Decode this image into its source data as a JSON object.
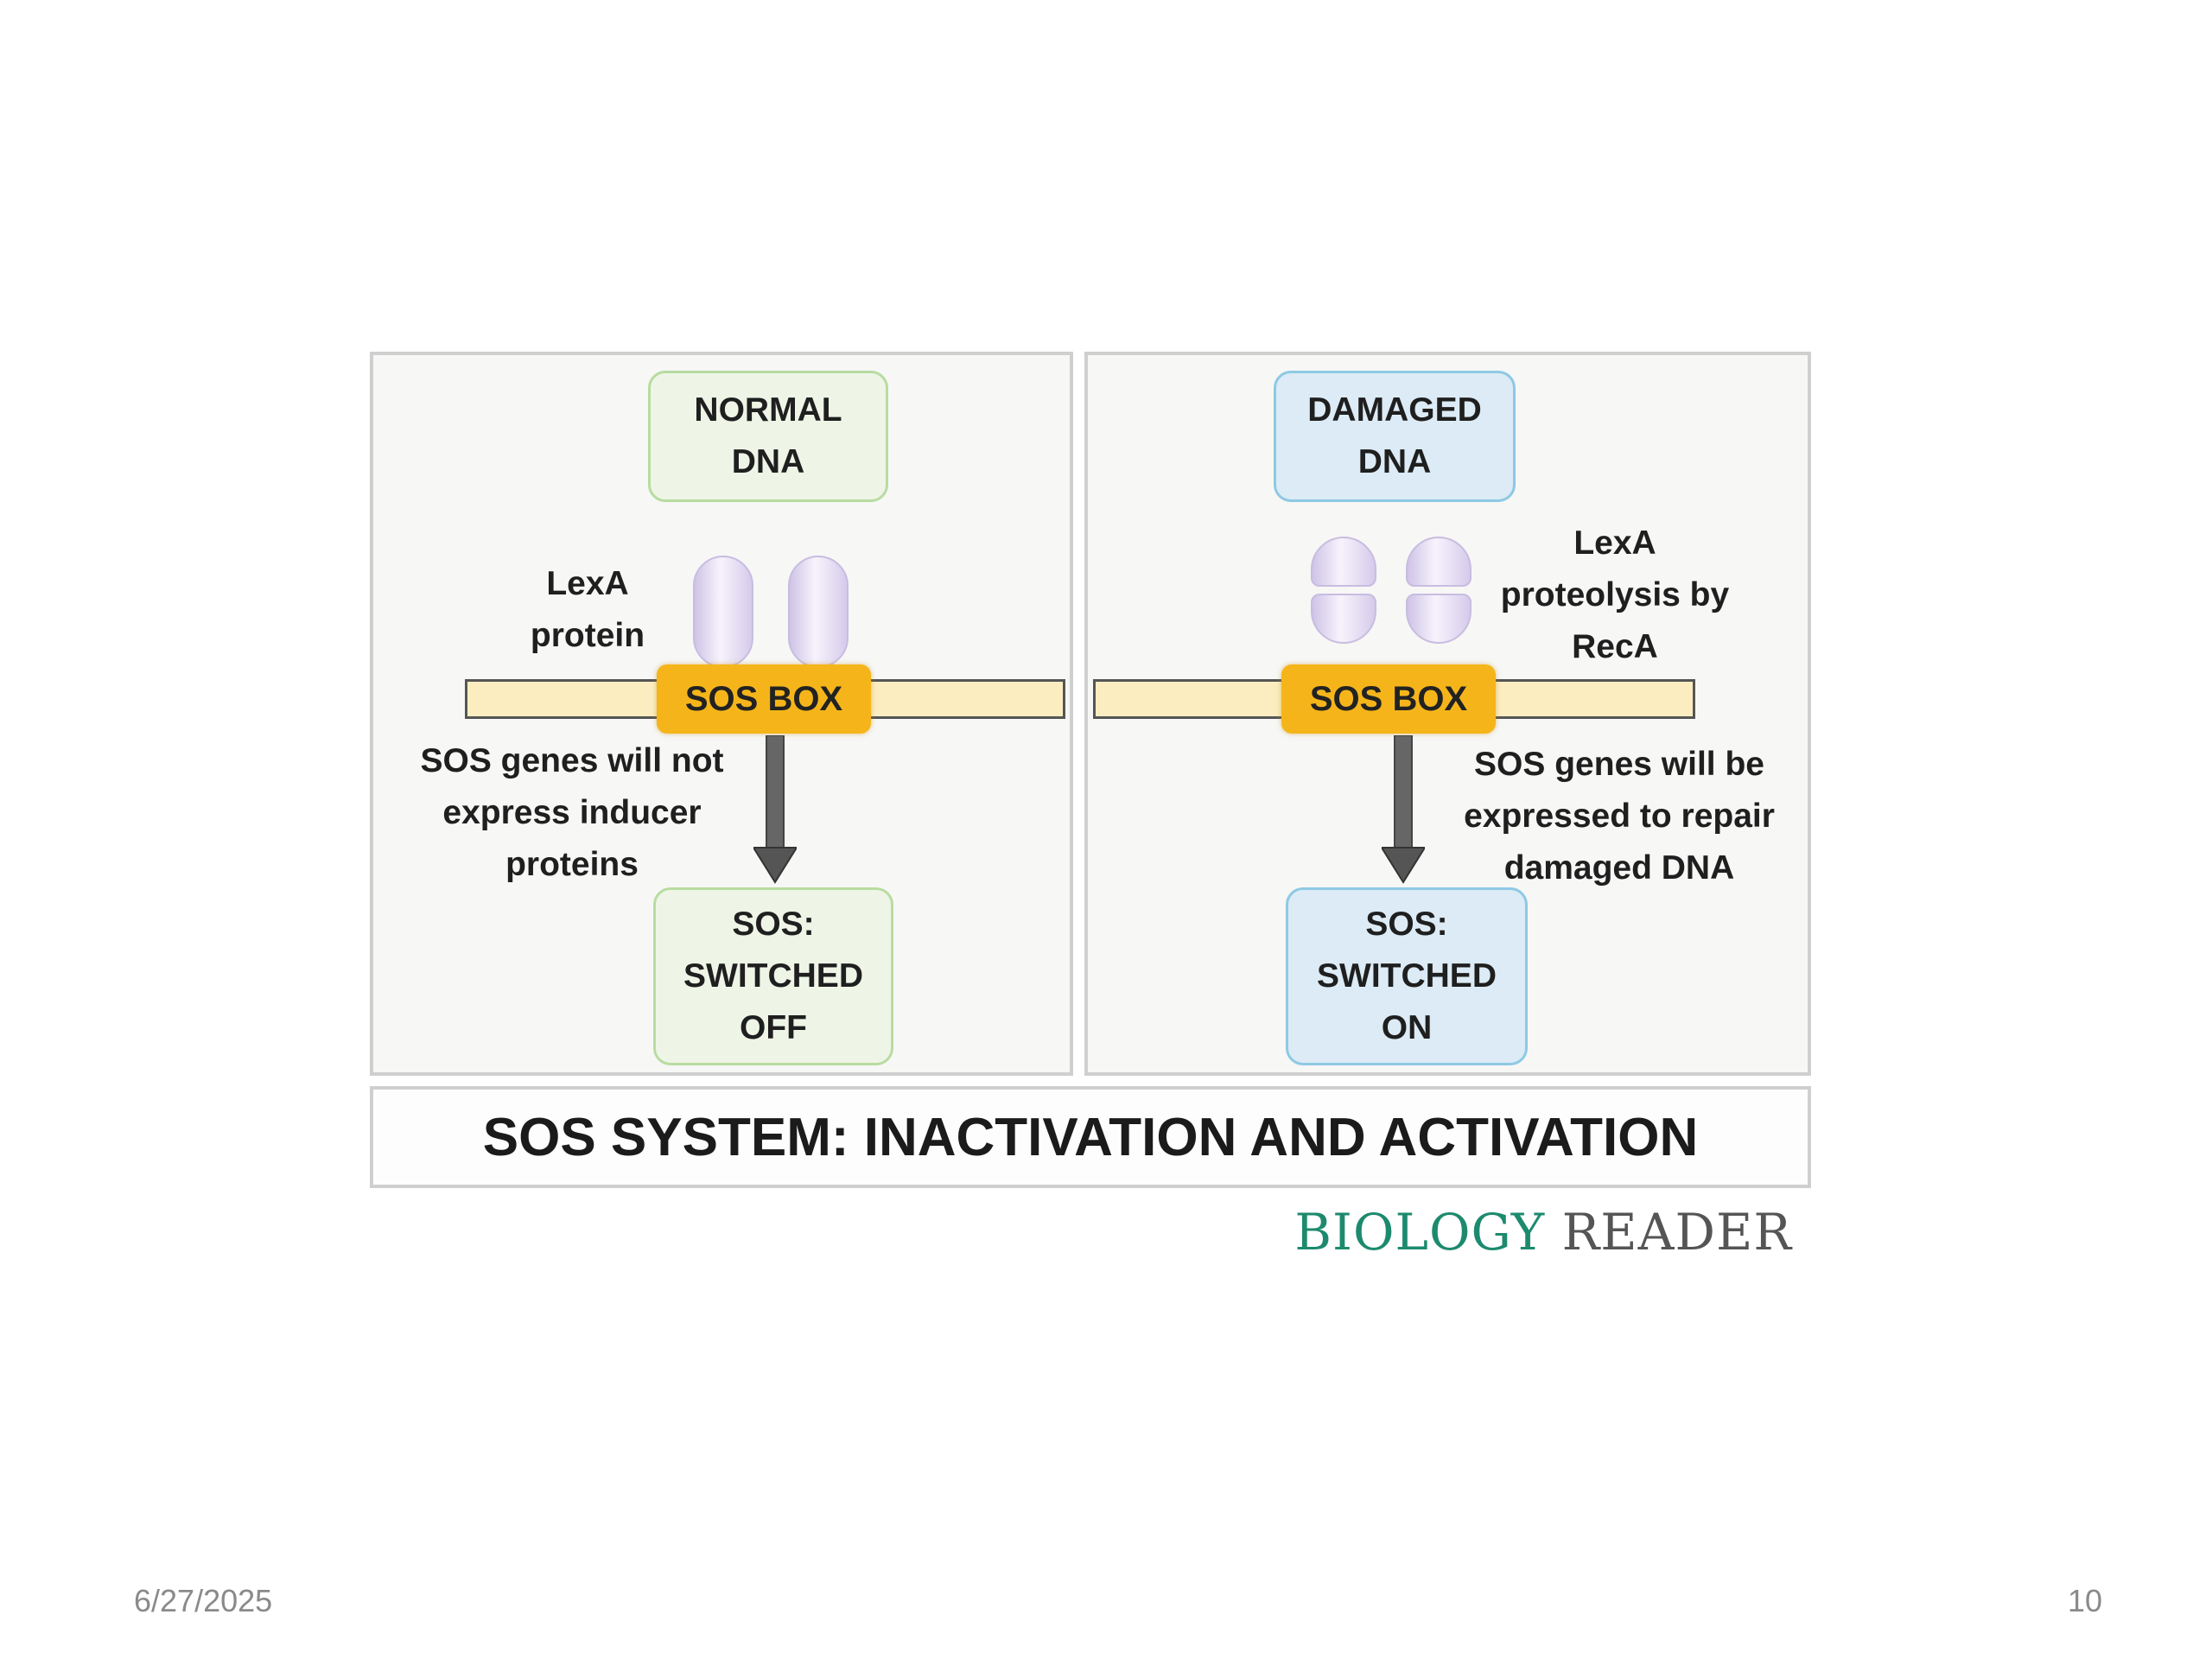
{
  "left_panel": {
    "top_box": "NORMAL\nDNA",
    "protein_label": "LexA\nprotein",
    "sos_box": "SOS BOX",
    "caption": "SOS genes will not\nexpress inducer\nproteins",
    "bottom_box": "SOS:\nSWITCHED\nOFF"
  },
  "right_panel": {
    "top_box": "DAMAGED\nDNA",
    "protein_label": "LexA\nproteolysis by\nRecA",
    "sos_box": "SOS BOX",
    "caption": "SOS genes will be\nexpressed to repair\ndamaged DNA",
    "bottom_box": "SOS:\nSWITCHED\nON"
  },
  "title": "SOS SYSTEM: INACTIVATION AND ACTIVATION",
  "brand": {
    "part1": "BIOLOGY",
    "part2": "READER"
  },
  "footer": {
    "date": "6/27/2025",
    "page": "10"
  },
  "colors": {
    "sos_box": "#f5b51a",
    "normal_box_bg": "#eef5e7",
    "damaged_box_bg": "#dcebf5",
    "lexa_protein": "#d6cbeb",
    "brand_green": "#1d8a6e"
  }
}
